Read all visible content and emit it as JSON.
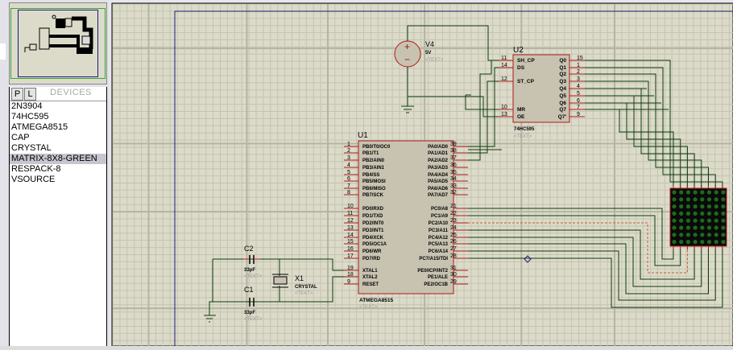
{
  "sidebar": {
    "tab_p": "P",
    "tab_l": "L",
    "devices_title": "DEVICES",
    "devices": [
      "2N3904",
      "74HC595",
      "ATMEGA8515",
      "CAP",
      "CRYSTAL",
      "MATRIX-8X8-GREEN",
      "RESPACK-8",
      "VSOURCE"
    ],
    "selected_device": "MATRIX-8X8-GREEN"
  },
  "schematic": {
    "u1": {
      "ref": "U1",
      "part": "ATMEGA8515",
      "text": "<TEXT>",
      "left_pins": [
        {
          "num": "1",
          "name": "PB0/T0/OC0"
        },
        {
          "num": "2",
          "name": "PB1/T1"
        },
        {
          "num": "3",
          "name": "PB2/AIN0"
        },
        {
          "num": "4",
          "name": "PB3/AIN1"
        },
        {
          "num": "5",
          "name": "PB4/SS"
        },
        {
          "num": "6",
          "name": "PB5/MOSI"
        },
        {
          "num": "7",
          "name": "PB6/MISO"
        },
        {
          "num": "8",
          "name": "PB7/SCK"
        },
        {
          "num": "10",
          "name": "PD0/RXD"
        },
        {
          "num": "11",
          "name": "PD1/TXD"
        },
        {
          "num": "12",
          "name": "PD2/INT0"
        },
        {
          "num": "13",
          "name": "PD3/INT1"
        },
        {
          "num": "14",
          "name": "PD4/XCK"
        },
        {
          "num": "15",
          "name": "PD5/OC1A"
        },
        {
          "num": "16",
          "name": "PD6/WR"
        },
        {
          "num": "17",
          "name": "PD7/RD"
        },
        {
          "num": "19",
          "name": "XTAL1"
        },
        {
          "num": "18",
          "name": "XTAL2"
        },
        {
          "num": "9",
          "name": "RESET"
        }
      ],
      "right_pins": [
        {
          "num": "39",
          "name": "PA0/AD0"
        },
        {
          "num": "38",
          "name": "PA1/AD1"
        },
        {
          "num": "37",
          "name": "PA2/AD2"
        },
        {
          "num": "36",
          "name": "PA3/AD3"
        },
        {
          "num": "35",
          "name": "PA4/AD4"
        },
        {
          "num": "34",
          "name": "PA5/AD5"
        },
        {
          "num": "33",
          "name": "PA6/AD6"
        },
        {
          "num": "32",
          "name": "PA7/AD7"
        },
        {
          "num": "21",
          "name": "PC0/A8"
        },
        {
          "num": "22",
          "name": "PC1/A9"
        },
        {
          "num": "23",
          "name": "PC2/A10"
        },
        {
          "num": "24",
          "name": "PC3/A11"
        },
        {
          "num": "25",
          "name": "PC4/A12"
        },
        {
          "num": "26",
          "name": "PC5/A13"
        },
        {
          "num": "27",
          "name": "PC6/A14"
        },
        {
          "num": "28",
          "name": "PC7/A15/TDI"
        },
        {
          "num": "31",
          "name": "PE0/ICP/INT2"
        },
        {
          "num": "30",
          "name": "PE1/ALE"
        },
        {
          "num": "29",
          "name": "PE2/OC1B"
        }
      ]
    },
    "u2": {
      "ref": "U2",
      "part": "74HC595",
      "text": "<TEXT>",
      "left_pins": [
        {
          "num": "11",
          "name": "SH_CP"
        },
        {
          "num": "14",
          "name": "DS"
        },
        {
          "num": "12",
          "name": "ST_CP"
        },
        {
          "num": "10",
          "name": "MR"
        },
        {
          "num": "13",
          "name": "OE"
        }
      ],
      "right_pins": [
        {
          "num": "15",
          "name": "Q0"
        },
        {
          "num": "1",
          "name": "Q1"
        },
        {
          "num": "2",
          "name": "Q2"
        },
        {
          "num": "3",
          "name": "Q3"
        },
        {
          "num": "4",
          "name": "Q4"
        },
        {
          "num": "5",
          "name": "Q5"
        },
        {
          "num": "6",
          "name": "Q6"
        },
        {
          "num": "7",
          "name": "Q7"
        },
        {
          "num": "9",
          "name": "Q7'"
        }
      ]
    },
    "v4": {
      "ref": "V4",
      "value": "5V",
      "text": "<TEXT>"
    },
    "c1": {
      "ref": "C1",
      "value": "33pF",
      "text": "<TEXT>"
    },
    "c2": {
      "ref": "C2",
      "value": "33pF",
      "text": "<TEXT>"
    },
    "x1": {
      "ref": "X1",
      "value": "CRYSTAL",
      "text": "<TEXT>"
    },
    "matrix": {
      "rows": 8,
      "cols": 8,
      "led_color": "#1e6a1e"
    }
  },
  "colors": {
    "grid_bg": "#dcdbca",
    "grid_line": "#c4c3b0",
    "grid_major": "#b5b4a2",
    "wire": "#0b3d0b",
    "pin": "#b01818",
    "body_fill": "#c8c3b1",
    "body_border": "#b01818",
    "sheet_border": "#1b1b7a"
  }
}
